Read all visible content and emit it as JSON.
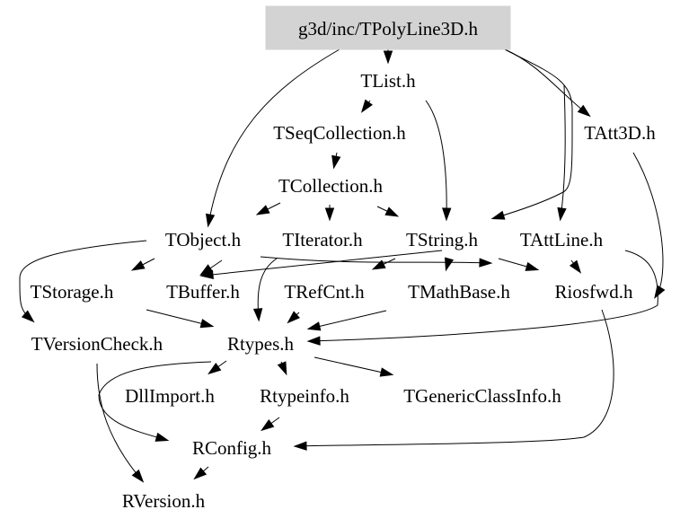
{
  "graph": {
    "title": "Include dependency graph for g3d/inc/TPolyLine3D.h",
    "root": "g3d/inc/TPolyLine3D.h",
    "nodes": [
      {
        "id": "root",
        "label": "g3d/inc/TPolyLine3D.h",
        "highlighted": true
      },
      {
        "id": "TList",
        "label": "TList.h"
      },
      {
        "id": "TAtt3D",
        "label": "TAtt3D.h"
      },
      {
        "id": "TSeqCollection",
        "label": "TSeqCollection.h"
      },
      {
        "id": "TCollection",
        "label": "TCollection.h"
      },
      {
        "id": "TObject",
        "label": "TObject.h"
      },
      {
        "id": "TIterator",
        "label": "TIterator.h"
      },
      {
        "id": "TString",
        "label": "TString.h"
      },
      {
        "id": "TAttLine",
        "label": "TAttLine.h"
      },
      {
        "id": "TStorage",
        "label": "TStorage.h"
      },
      {
        "id": "TBuffer",
        "label": "TBuffer.h"
      },
      {
        "id": "TRefCnt",
        "label": "TRefCnt.h"
      },
      {
        "id": "TMathBase",
        "label": "TMathBase.h"
      },
      {
        "id": "Riosfwd",
        "label": "Riosfwd.h"
      },
      {
        "id": "TVersionCheck",
        "label": "TVersionCheck.h"
      },
      {
        "id": "Rtypes",
        "label": "Rtypes.h"
      },
      {
        "id": "DllImport",
        "label": "DllImport.h"
      },
      {
        "id": "Rtypeinfo",
        "label": "Rtypeinfo.h"
      },
      {
        "id": "TGenericClassInfo",
        "label": "TGenericClassInfo.h"
      },
      {
        "id": "RConfig",
        "label": "RConfig.h"
      },
      {
        "id": "RVersion",
        "label": "RVersion.h"
      }
    ],
    "edges": [
      {
        "from": "root",
        "to": "TList"
      },
      {
        "from": "root",
        "to": "TObject"
      },
      {
        "from": "root",
        "to": "TAtt3D"
      },
      {
        "from": "root",
        "to": "TString"
      },
      {
        "from": "root",
        "to": "TAttLine"
      },
      {
        "from": "TList",
        "to": "TSeqCollection"
      },
      {
        "from": "TList",
        "to": "TString"
      },
      {
        "from": "TSeqCollection",
        "to": "TCollection"
      },
      {
        "from": "TCollection",
        "to": "TObject"
      },
      {
        "from": "TCollection",
        "to": "TIterator"
      },
      {
        "from": "TCollection",
        "to": "TString"
      },
      {
        "from": "TObject",
        "to": "TStorage"
      },
      {
        "from": "TObject",
        "to": "TBuffer"
      },
      {
        "from": "TObject",
        "to": "TVersionCheck"
      },
      {
        "from": "TObject",
        "to": "Rtypes"
      },
      {
        "from": "TObject",
        "to": "Riosfwd"
      },
      {
        "from": "TString",
        "to": "TRefCnt"
      },
      {
        "from": "TString",
        "to": "TMathBase"
      },
      {
        "from": "TString",
        "to": "Riosfwd"
      },
      {
        "from": "TString",
        "to": "TBuffer"
      },
      {
        "from": "TAttLine",
        "to": "Riosfwd"
      },
      {
        "from": "TAttLine",
        "to": "Rtypes"
      },
      {
        "from": "TAtt3D",
        "to": "Rtypes"
      },
      {
        "from": "TStorage",
        "to": "Rtypes"
      },
      {
        "from": "TRefCnt",
        "to": "Rtypes"
      },
      {
        "from": "TMathBase",
        "to": "Rtypes"
      },
      {
        "from": "Riosfwd",
        "to": "RConfig"
      },
      {
        "from": "Rtypes",
        "to": "DllImport"
      },
      {
        "from": "Rtypes",
        "to": "Rtypeinfo"
      },
      {
        "from": "Rtypes",
        "to": "TGenericClassInfo"
      },
      {
        "from": "Rtypes",
        "to": "RConfig"
      },
      {
        "from": "Rtypeinfo",
        "to": "RConfig"
      },
      {
        "from": "TVersionCheck",
        "to": "RVersion"
      },
      {
        "from": "RConfig",
        "to": "RVersion"
      }
    ]
  }
}
